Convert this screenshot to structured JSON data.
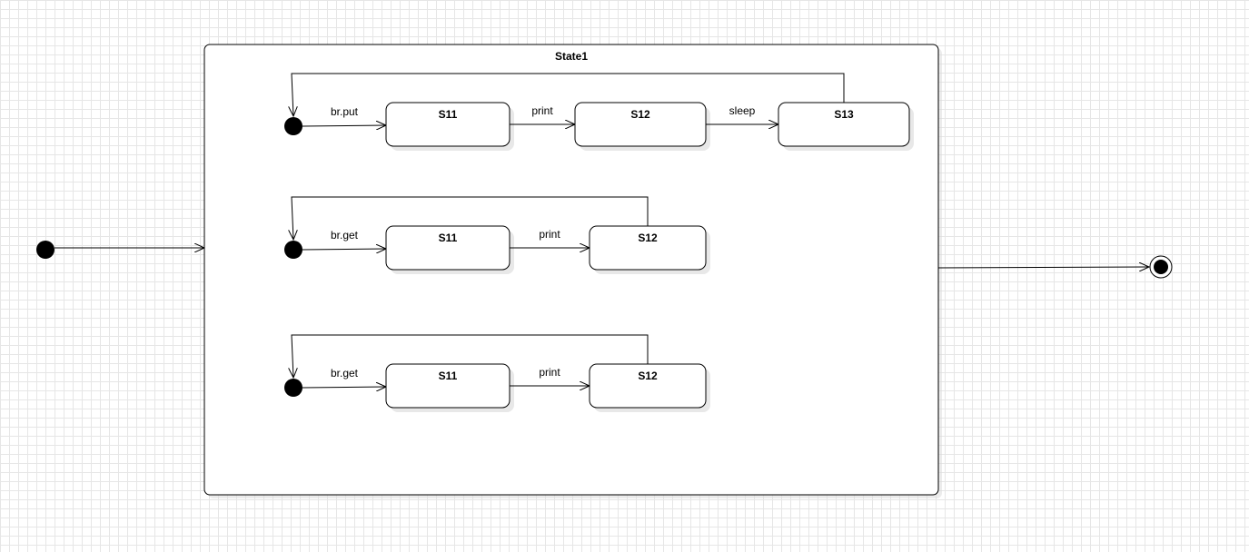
{
  "diagram": {
    "composite_state": {
      "name": "State1"
    },
    "regions": [
      {
        "states": [
          {
            "name": "S11"
          },
          {
            "name": "S12"
          },
          {
            "name": "S13"
          }
        ],
        "transitions": [
          {
            "label": "br.put"
          },
          {
            "label": "print"
          },
          {
            "label": "sleep"
          }
        ]
      },
      {
        "states": [
          {
            "name": "S11"
          },
          {
            "name": "S12"
          }
        ],
        "transitions": [
          {
            "label": "br.get"
          },
          {
            "label": "print"
          }
        ]
      },
      {
        "states": [
          {
            "name": "S11"
          },
          {
            "name": "S12"
          }
        ],
        "transitions": [
          {
            "label": "br.get"
          },
          {
            "label": "print"
          }
        ]
      }
    ]
  },
  "colors": {
    "grid": "#e6e6e6",
    "stroke": "#000000",
    "fill": "#ffffff",
    "shadow": "#d9d9d9"
  }
}
